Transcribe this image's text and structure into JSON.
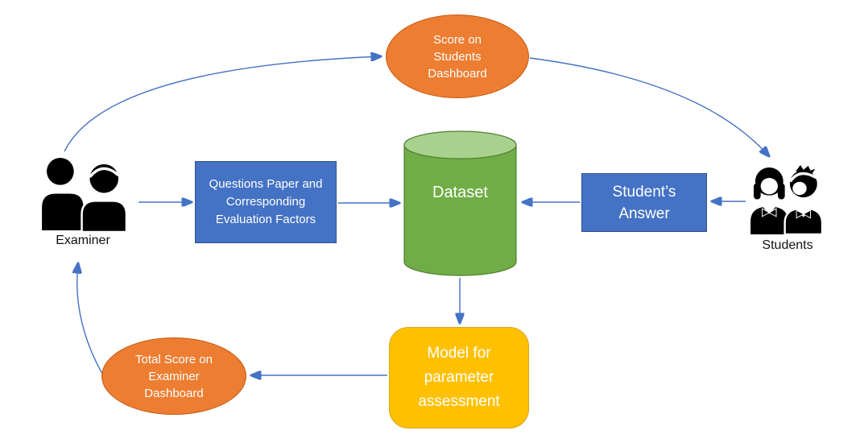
{
  "diagram": {
    "nodes": {
      "score_dashboard": {
        "shape": "ellipse",
        "label": "Score on\nStudents\nDashboard"
      },
      "examiner": {
        "icon": "examiner-people-icon",
        "label": "Examiner"
      },
      "questions_paper": {
        "shape": "rectangle",
        "label": "Questions Paper and\nCorresponding\nEvaluation Factors"
      },
      "dataset": {
        "shape": "cylinder",
        "label": "Dataset"
      },
      "students_answer": {
        "shape": "rectangle",
        "label": "Student’s\nAnswer"
      },
      "students": {
        "icon": "students-people-icon",
        "label": "Students"
      },
      "model": {
        "shape": "rounded-rectangle",
        "label": "Model for\nparameter\nassessment"
      },
      "total_score": {
        "shape": "ellipse",
        "label": "Total Score on\nExaminer\nDashboard"
      }
    },
    "edges": [
      {
        "from": "examiner",
        "to": "score_dashboard",
        "style": "curved-arrow"
      },
      {
        "from": "score_dashboard",
        "to": "students",
        "style": "curved-arrow"
      },
      {
        "from": "examiner",
        "to": "questions_paper",
        "style": "straight-arrow"
      },
      {
        "from": "questions_paper",
        "to": "dataset",
        "style": "straight-arrow"
      },
      {
        "from": "students",
        "to": "students_answer",
        "style": "straight-arrow"
      },
      {
        "from": "students_answer",
        "to": "dataset",
        "style": "straight-arrow"
      },
      {
        "from": "dataset",
        "to": "model",
        "style": "straight-arrow"
      },
      {
        "from": "model",
        "to": "total_score",
        "style": "straight-arrow"
      },
      {
        "from": "total_score",
        "to": "examiner",
        "style": "curved-arrow"
      }
    ],
    "colors": {
      "ellipse_fill": "#ED7D31",
      "ellipse_border": "#C55A11",
      "rect_fill": "#4472C4",
      "rect_border": "#2F528F",
      "cylinder_fill": "#70AD47",
      "cylinder_top": "#A9D18E",
      "cylinder_border": "#507E32",
      "model_fill": "#FFC000",
      "model_border": "#DFA321",
      "arrow": "#4472C4",
      "icon": "#000000",
      "label_text": "#111111",
      "shape_text": "#FFFFFF",
      "background": "#FFFFFF"
    }
  }
}
